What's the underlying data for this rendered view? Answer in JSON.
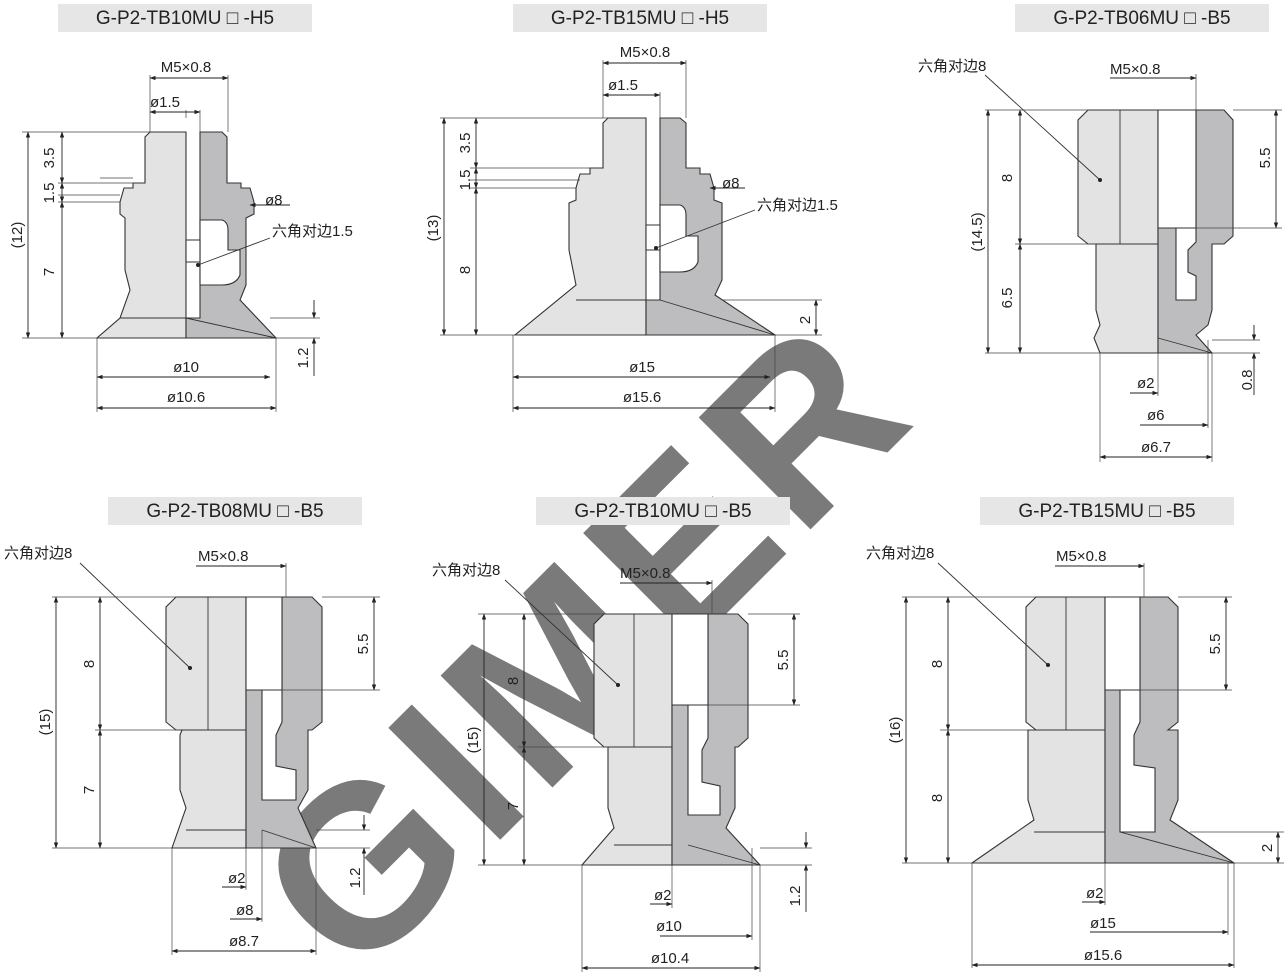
{
  "accent_colors": {
    "title_bar": "#e6e6e6",
    "light_body": "#e3e3e4",
    "dark_body": "#bdbdbf",
    "watermark": "#f0f0f0"
  },
  "watermark": "GIMER",
  "drawings": [
    {
      "id": "d1",
      "title": "G-P2-TB10MU □ -H5",
      "thread": "M5×0.8",
      "bore": "ø1.5",
      "flange": "ø8",
      "hex": "六角对边1.5",
      "heights": [
        "3.5",
        "1.5",
        "7",
        "(12)"
      ],
      "lip": "1.2",
      "diameters": [
        "ø10",
        "ø10.6"
      ]
    },
    {
      "id": "d2",
      "title": "G-P2-TB15MU □ -H5",
      "thread": "M5×0.8",
      "bore": "ø1.5",
      "flange": "ø8",
      "hex": "六角对边1.5",
      "heights": [
        "3.5",
        "1.5",
        "8",
        "(13)"
      ],
      "lip": "2",
      "diameters": [
        "ø15",
        "ø15.6"
      ]
    },
    {
      "id": "d3",
      "title": "G-P2-TB06MU □ -B5",
      "thread": "M5×0.8",
      "hex": "六角对边8",
      "heights": [
        "8",
        "6.5",
        "(14.5)"
      ],
      "thread_depth": "5.5",
      "lip": "0.8",
      "diameters": [
        "ø2",
        "ø6",
        "ø6.7"
      ]
    },
    {
      "id": "d4",
      "title": "G-P2-TB08MU □ -B5",
      "thread": "M5×0.8",
      "hex": "六角对边8",
      "heights": [
        "8",
        "7",
        "(15)"
      ],
      "thread_depth": "5.5",
      "lip": "1.2",
      "diameters": [
        "ø2",
        "ø8",
        "ø8.7"
      ]
    },
    {
      "id": "d5",
      "title": "G-P2-TB10MU □ -B5",
      "thread": "M5×0.8",
      "hex": "六角对边8",
      "heights": [
        "8",
        "7",
        "(15)"
      ],
      "thread_depth": "5.5",
      "lip": "1.2",
      "diameters": [
        "ø2",
        "ø10",
        "ø10.4"
      ]
    },
    {
      "id": "d6",
      "title": "G-P2-TB15MU □ -B5",
      "thread": "M5×0.8",
      "hex": "六角对边8",
      "heights": [
        "8",
        "8",
        "(16)"
      ],
      "thread_depth": "5.5",
      "lip": "2",
      "diameters": [
        "ø2",
        "ø15",
        "ø15.6"
      ]
    }
  ]
}
